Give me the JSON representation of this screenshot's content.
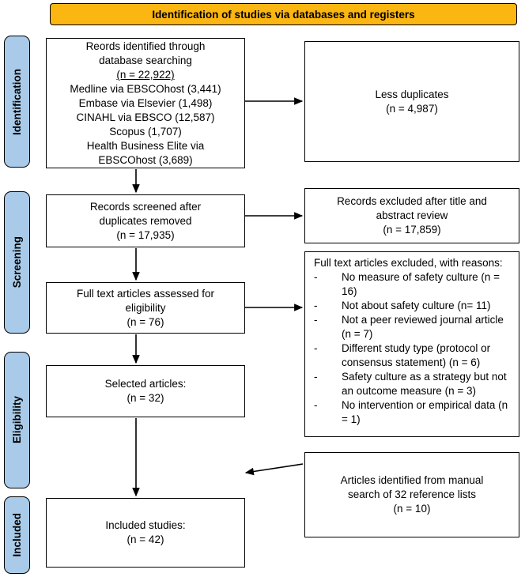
{
  "banner": {
    "title": "Identification of studies via databases and registers"
  },
  "stages": [
    {
      "label": "Identification"
    },
    {
      "label": "Screening"
    },
    {
      "label": "Eligibility"
    },
    {
      "label": "Included"
    }
  ],
  "boxes": {
    "identified": {
      "lines": [
        "Reords identified through",
        "database searching",
        "(n = 22,922)",
        "Medline via EBSCOhost (3,441)",
        "Embase via Elsevier (1,498)",
        "CINAHL via EBSCO (12,587)",
        "Scopus (1,707)",
        "Health Business Elite via",
        "EBSCOhost (3,689)"
      ]
    },
    "less_duplicates": {
      "lines": [
        "Less duplicates",
        "(n = 4,987)"
      ]
    },
    "screened": {
      "lines": [
        "Records screened after",
        "duplicates removed",
        "(n = 17,935)"
      ]
    },
    "excluded_title_abstract": {
      "lines": [
        "Records excluded after title and",
        "abstract review",
        "(n = 17,859)"
      ]
    },
    "fulltext_assessed": {
      "lines": [
        "Full text articles assessed for",
        "eligibility",
        "(n = 76)"
      ]
    },
    "fulltext_excluded": {
      "heading": "Full text articles excluded, with reasons:",
      "marker": "-",
      "reasons": [
        "No measure of safety culture (n = 16)",
        "Not about safety culture (n= 11)",
        "Not a peer reviewed journal article (n = 7)",
        "Different study type (protocol or consensus statement) (n = 6)",
        "Safety culture as a strategy but not an outcome measure (n = 3)",
        "No intervention or empirical data (n = 1)"
      ]
    },
    "selected": {
      "lines": [
        "Selected articles:",
        "(n = 32)"
      ]
    },
    "manual_search": {
      "lines": [
        "Articles identified from manual",
        "search of 32 reference lists",
        "(n = 10)"
      ]
    },
    "included": {
      "lines": [
        "Included studies:",
        "(n = 42)"
      ]
    }
  },
  "colors": {
    "banner_bg": "#FBB612",
    "stage_bg": "#A9CBE9",
    "border": "#000000"
  }
}
